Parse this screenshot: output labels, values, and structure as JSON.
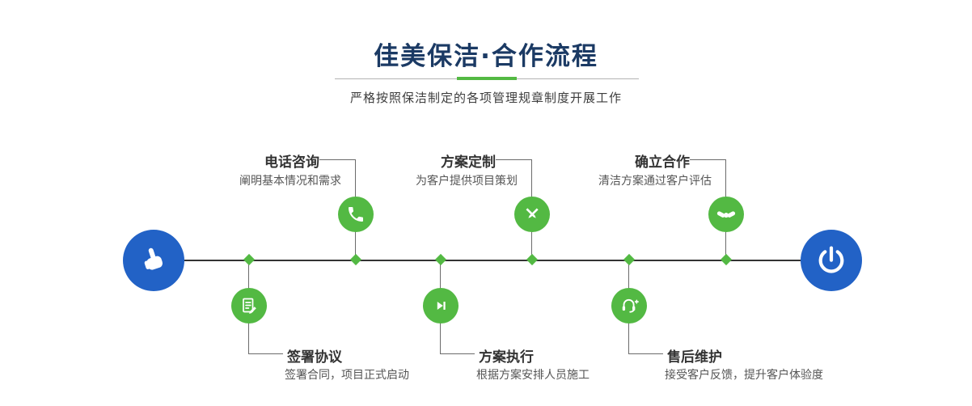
{
  "header": {
    "title": "佳美保洁·合作流程",
    "subtitle": "严格按照保洁制定的各项管理规章制度开展工作"
  },
  "flow": {
    "top_steps": [
      {
        "label": "电话咨询",
        "desc": "阐明基本情况和需求",
        "icon": "phone-icon"
      },
      {
        "label": "方案定制",
        "desc": "为客户提供项目策划",
        "icon": "crossed-pencils-icon"
      },
      {
        "label": "确立合作",
        "desc": "清洁方案通过客户评估",
        "icon": "handshake-icon"
      }
    ],
    "bottom_steps": [
      {
        "label": "签署协议",
        "desc": "签署合同，项目正式启动",
        "icon": "contract-pen-icon"
      },
      {
        "label": "方案执行",
        "desc": "根据方案安排人员施工",
        "icon": "play-next-icon"
      },
      {
        "label": "售后维护",
        "desc": "接受客户反馈，提升客户体验度",
        "icon": "headset-plus-icon"
      }
    ],
    "endpoints": {
      "start_icon": "pointing-hand-icon",
      "end_icon": "power-icon"
    }
  },
  "colors": {
    "green": "#53b943",
    "blue": "#2262c6",
    "title_navy": "#1b3a64",
    "line": "#333333"
  }
}
